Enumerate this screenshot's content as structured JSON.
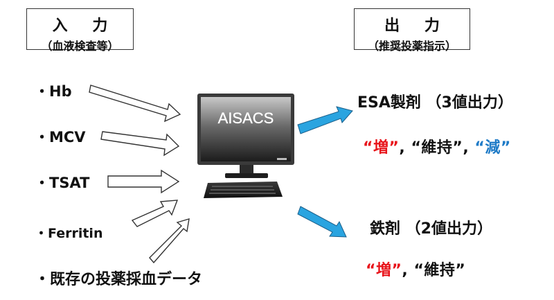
{
  "input_box": {
    "title": "入 力",
    "subtitle": "（血液検査等）"
  },
  "output_box": {
    "title": "出 力",
    "subtitle": "（推奨投薬指示）"
  },
  "inputs": [
    "・Hb",
    "・MCV",
    "・TSAT",
    "・Ferritin",
    "・既存の投薬採血データ"
  ],
  "computer": {
    "screen_text": "AISACS"
  },
  "outputs": {
    "esa": {
      "label": "ESA製剤 （3値出力）",
      "values": [
        {
          "text": "“増”",
          "color": "#e8141b"
        },
        {
          "text": ", “維持”, ",
          "color": "#111111"
        },
        {
          "text": "“減”",
          "color": "#1f7bc7"
        }
      ]
    },
    "iron": {
      "label": "鉄剤 （2値出力）",
      "values": [
        {
          "text": "“増”",
          "color": "#e8141b"
        },
        {
          "text": ", “維持”",
          "color": "#111111"
        }
      ]
    }
  },
  "colors": {
    "arrow_out": "#2aa4e0",
    "arrow_in_stroke": "#333333"
  }
}
